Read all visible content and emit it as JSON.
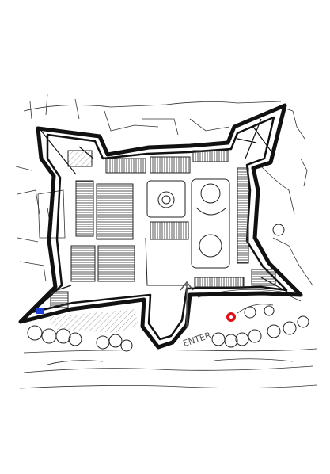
{
  "map": {
    "entrance_label": "ENTER",
    "colors": {
      "wall": "#111111",
      "sketch": "#222222",
      "hatch": "#444444",
      "arrow": "#555555",
      "player_marker": "#1a3fd6",
      "goal_marker": "#e0101a",
      "background": "#ffffff"
    },
    "markers": [
      {
        "name": "player",
        "icon": "blue-square-marker"
      },
      {
        "name": "goal",
        "icon": "red-map-pin-marker"
      }
    ]
  }
}
